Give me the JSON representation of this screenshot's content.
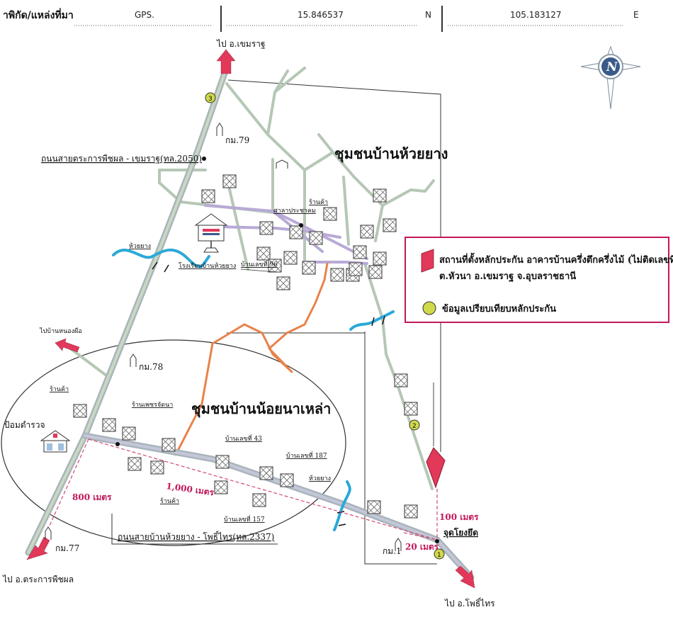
{
  "header": {
    "label": "าพิกัด/แหล่งที่มา",
    "gps_label": "GPS.",
    "lat": "15.846537",
    "lat_dir": "N",
    "lon": "105.183127",
    "lon_dir": "E"
  },
  "compass": {
    "letter": "N"
  },
  "destinations": {
    "north": "ไป อ.เขมราฐ",
    "southwest": "ไป อ.ตระการพืชผล",
    "southeast": "ไป อ.โพธิ์ไทร",
    "west": "ไปบ้านหนองผือ"
  },
  "roads": {
    "road_2050": "ถนนสายตระการพืชผล - เขมราฐ(ทล.2050)",
    "road_2337": "ถนนสายบ้านห้วยยาง - โพธิ์ไทร(ทล.2337)"
  },
  "communities": {
    "huai_yang": "ชุมชนบ้านห้วยยาง",
    "noi_na_lao": "ชุมชนบ้านน้อยนาเหล่า"
  },
  "places": {
    "school": "โรงเรียนบ้านห้วยยาง",
    "stream1": "ห้วยยาง",
    "stream2": "ห้วยยาง",
    "sala": "ศาลาประชาคม",
    "shop1": "ร้านค้า",
    "house96": "บ้านเลขที่ 96",
    "shop2": "ร้านค้า",
    "shop3": "ร้านเพชรจัดนา",
    "shop4": "ร้านค้า",
    "police": "ป้อมตำรวจ",
    "house43": "บ้านเลขที่ 43",
    "house187": "บ้านเลขที่ 187",
    "house157": "บ้านเลขที่ 157",
    "junction": "จุดโยงยึด"
  },
  "km_posts": {
    "km79": "กม.79",
    "km78": "กม.78",
    "km77": "กม.77",
    "km1": "กม.1"
  },
  "distances": {
    "d800": "800 เมตร",
    "d1000": "1,000 เมตร",
    "d100": "100 เมตร",
    "d20": "20 เมตร"
  },
  "markers": [
    "1",
    "2",
    "3"
  ],
  "legend": {
    "line1": "สถานที่ตั้งหลักประกัน อาคารบ้านครึ่งตึกครึ่งไม้ (ไม่ติดเลขที่)",
    "line2": "ต.หัวนา อ.เขมราฐ จ.อุบลราชธานี",
    "line3": "ข้อมูลเปรียบเทียบหลักประกัน"
  },
  "colors": {
    "highway": "#a9b4bc",
    "village_road": "#b8a9d6",
    "path": "#b5c7b5",
    "river": "#2aa9d8",
    "orange_path": "#e8824a",
    "collateral": "#e2385a",
    "compare_marker": "#cfd94a",
    "legend_border": "#c2185b",
    "dist_line": "#d24a74"
  }
}
